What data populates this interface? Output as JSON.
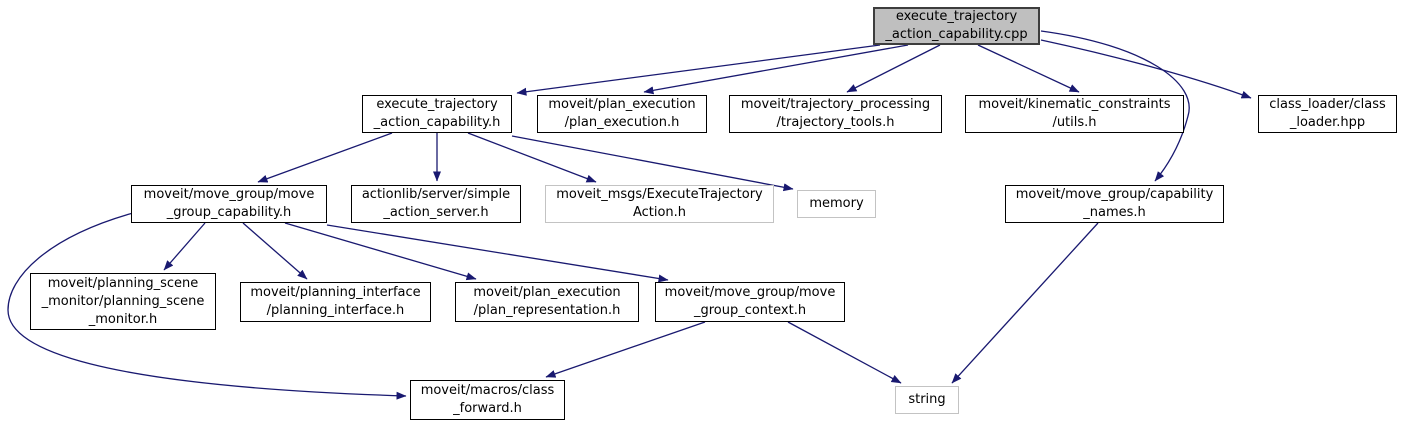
{
  "diagram": {
    "colors": {
      "edge": "#191970",
      "focus_node_fill": "#bfbfbf",
      "node_fill": "#ffffff",
      "node_border": "#000000",
      "external_node_border": "#c3c3c3"
    },
    "nodes": {
      "cpp": {
        "label": "execute_trajectory\n_action_capability.cpp",
        "kind": "focus"
      },
      "etac_h": {
        "label": "execute_trajectory\n_action_capability.h",
        "kind": "internal"
      },
      "plan_execution": {
        "label": "moveit/plan_execution\n/plan_execution.h",
        "kind": "internal"
      },
      "trajectory_tools": {
        "label": "moveit/trajectory_processing\n/trajectory_tools.h",
        "kind": "internal"
      },
      "kinematic_utils": {
        "label": "moveit/kinematic_constraints\n/utils.h",
        "kind": "internal"
      },
      "class_loader": {
        "label": "class_loader/class\n_loader.hpp",
        "kind": "internal"
      },
      "move_group_capability": {
        "label": "moveit/move_group/move\n_group_capability.h",
        "kind": "internal"
      },
      "actionlib": {
        "label": "actionlib/server/simple\n_action_server.h",
        "kind": "internal"
      },
      "exec_traj_action_msg": {
        "label": "moveit_msgs/ExecuteTrajectory\nAction.h",
        "kind": "external"
      },
      "memory": {
        "label": "memory",
        "kind": "external"
      },
      "capability_names": {
        "label": "moveit/move_group/capability\n_names.h",
        "kind": "internal"
      },
      "planning_scene_monitor": {
        "label": "moveit/planning_scene\n_monitor/planning_scene\n_monitor.h",
        "kind": "internal"
      },
      "planning_interface": {
        "label": "moveit/planning_interface\n/planning_interface.h",
        "kind": "internal"
      },
      "plan_representation": {
        "label": "moveit/plan_execution\n/plan_representation.h",
        "kind": "internal"
      },
      "move_group_context": {
        "label": "moveit/move_group/move\n_group_context.h",
        "kind": "internal"
      },
      "class_forward": {
        "label": "moveit/macros/class\n_forward.h",
        "kind": "internal"
      },
      "string": {
        "label": "string",
        "kind": "external"
      }
    },
    "edges": [
      {
        "from": "cpp",
        "to": "etac_h"
      },
      {
        "from": "cpp",
        "to": "plan_execution"
      },
      {
        "from": "cpp",
        "to": "trajectory_tools"
      },
      {
        "from": "cpp",
        "to": "kinematic_utils"
      },
      {
        "from": "cpp",
        "to": "class_loader"
      },
      {
        "from": "cpp",
        "to": "capability_names"
      },
      {
        "from": "etac_h",
        "to": "move_group_capability"
      },
      {
        "from": "etac_h",
        "to": "actionlib"
      },
      {
        "from": "etac_h",
        "to": "exec_traj_action_msg"
      },
      {
        "from": "etac_h",
        "to": "memory"
      },
      {
        "from": "move_group_capability",
        "to": "planning_scene_monitor"
      },
      {
        "from": "move_group_capability",
        "to": "planning_interface"
      },
      {
        "from": "move_group_capability",
        "to": "plan_representation"
      },
      {
        "from": "move_group_capability",
        "to": "move_group_context"
      },
      {
        "from": "move_group_capability",
        "to": "class_forward"
      },
      {
        "from": "move_group_context",
        "to": "class_forward"
      },
      {
        "from": "move_group_context",
        "to": "string"
      },
      {
        "from": "capability_names",
        "to": "string"
      }
    ]
  }
}
